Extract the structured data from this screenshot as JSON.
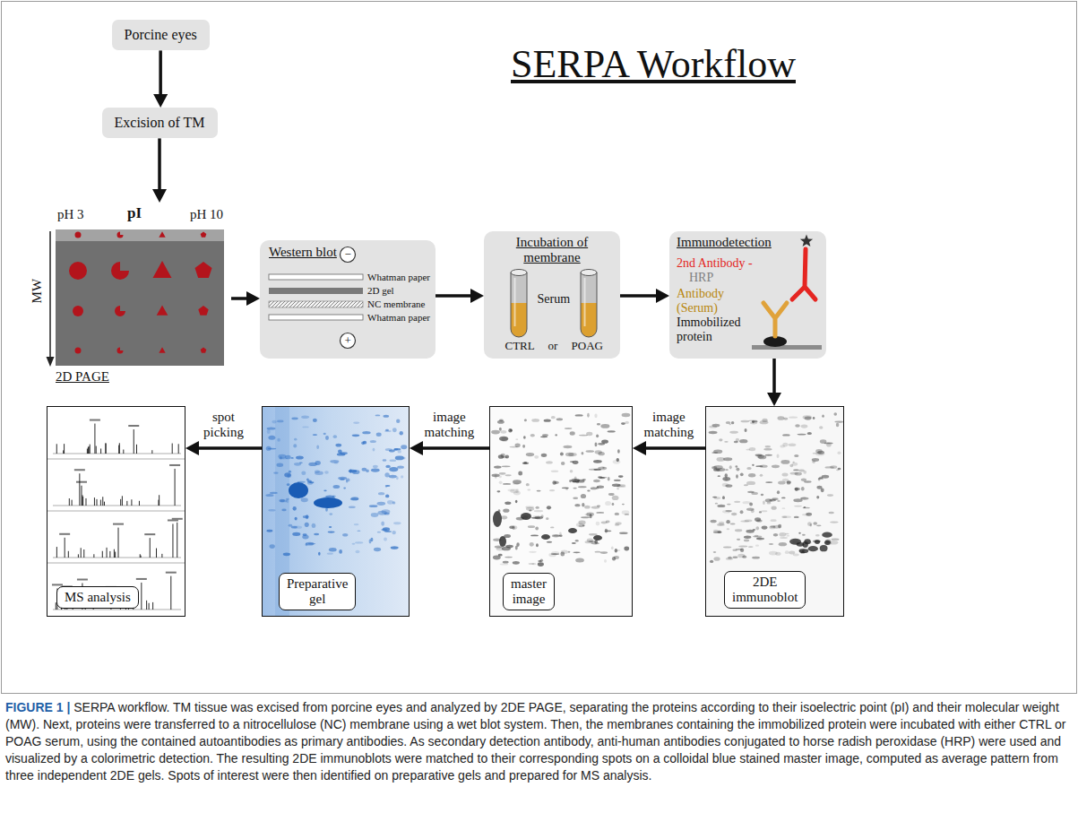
{
  "diagram": {
    "title": "SERPA Workflow",
    "caption": "FIGURE 1 | SERPA workflow. TM tissue was excised from porcine eyes and analyzed by 2DE PAGE, separating the proteins according to their isoelectric point (pI) and their molecular weight (MW). Next, proteins were transferred to a nitrocellulose (NC) membrane using a wet blot system. Then, the membranes containing the immobilized protein were incubated with either CTRL or POAG serum, using the contained autoantibodies as primary antibodies. As secondary detection antibody, anti-human antibodies conjugated to horse radish peroxidase (HRP) were used and visualized by a colorimetric detection. The resulting 2DE immunoblots were matched to their corresponding spots on a colloidal blue stained master image, computed as average pattern from three independent 2DE gels. Spots of interest were then identified on preparative gels and prepared for MS analysis.",
    "nodes": [
      {
        "text": [
          "Porcine eyes"
        ]
      },
      {
        "text": [
          "Excision of TM"
        ]
      },
      {
        "text": [
          "pH 3",
          "pI",
          "pH 10",
          "MW",
          "2D PAGE"
        ]
      },
      {
        "text": [
          "Western blot",
          "−",
          "Whatman paper",
          "2D gel",
          "NC membrane",
          "Whatman paper",
          "+"
        ]
      },
      {
        "text": [
          "Incubation of membrane",
          "Serum",
          "CTRL or POAG"
        ]
      },
      {
        "text": [
          "Immunodetection",
          "2nd Antibody -",
          "HRP",
          "Antibody",
          "(Serum)",
          "Immobilized protein"
        ]
      },
      {
        "text": [
          "2DE immunoblot"
        ]
      },
      {
        "text": [
          "master image"
        ]
      },
      {
        "text": [
          "Preparative gel"
        ]
      },
      {
        "text": [
          "MS analysis"
        ]
      }
    ],
    "edges": [
      {
        "from": 0,
        "to": 1,
        "arrow": "to"
      },
      {
        "from": 1,
        "to": 2,
        "arrow": "to"
      },
      {
        "from": 2,
        "to": 3,
        "arrow": "to"
      },
      {
        "from": 3,
        "to": 4,
        "arrow": "to"
      },
      {
        "from": 4,
        "to": 5,
        "arrow": "to"
      },
      {
        "from": 5,
        "to": 6,
        "arrow": "to"
      },
      {
        "from": 6,
        "to": 7,
        "label": "image matching",
        "arrow": "to"
      },
      {
        "from": 7,
        "to": 8,
        "label": "image matching",
        "arrow": "to"
      },
      {
        "from": 8,
        "to": 9,
        "label": "spot picking",
        "arrow": "to"
      }
    ]
  }
}
